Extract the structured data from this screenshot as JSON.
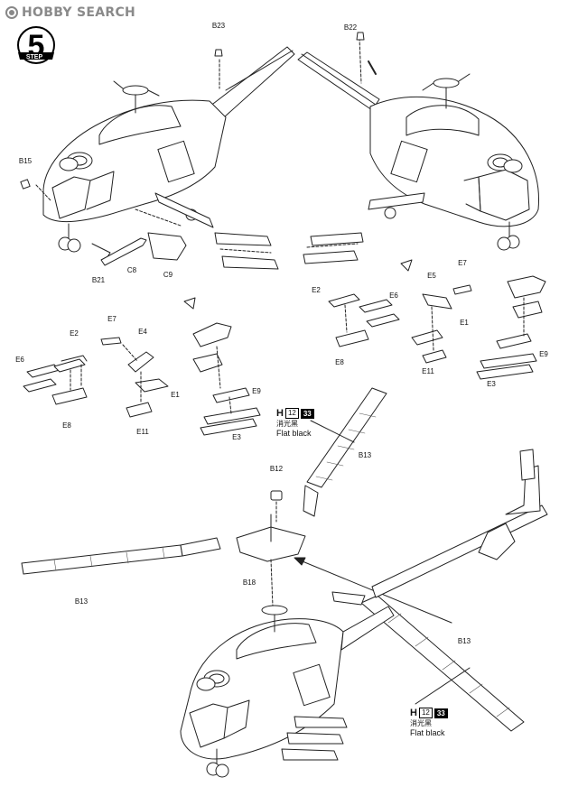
{
  "watermark": {
    "brand": "HOBBY SEARCH",
    "logo_icon": "hobbysearch-logo-icon"
  },
  "step": {
    "number": "5",
    "label": "STEP"
  },
  "parts": {
    "b23": "B23",
    "b22": "B22",
    "b15": "B15",
    "b21": "B21",
    "c8": "C8",
    "c9": "C9",
    "e2": "E2",
    "e6": "E6",
    "e7": "E7",
    "e4": "E4",
    "e1": "E1",
    "e8": "E8",
    "e11": "E11",
    "e9": "E9",
    "e3": "E3",
    "e5": "E5",
    "b12": "B12",
    "b18": "B18",
    "b13": "B13"
  },
  "paint": {
    "h_letter": "H",
    "h_number": "12",
    "code": "33",
    "name_cn": "消光黑",
    "name_en": "Flat black"
  }
}
